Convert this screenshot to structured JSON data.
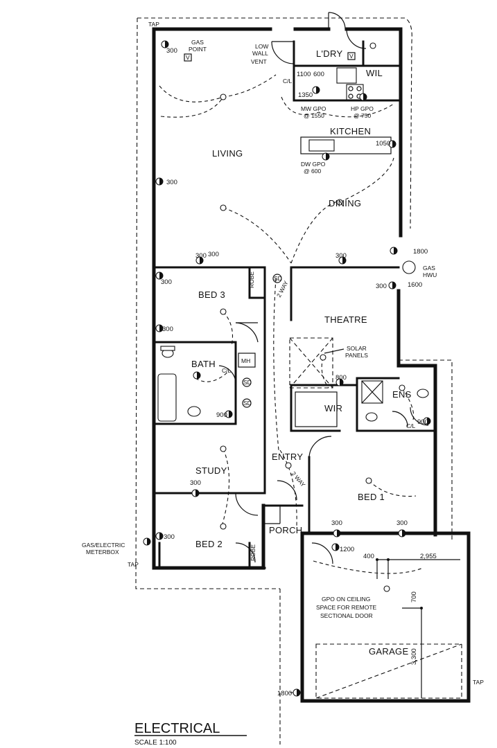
{
  "drawing": {
    "title": "ELECTRICAL",
    "scale": "SCALE 1:100"
  },
  "rooms": {
    "living": "LIVING",
    "laundry": "L'DRY",
    "wil": "WIL",
    "kitchen": "KITCHEN",
    "dining": "DINING",
    "bed3": "BED 3",
    "bath": "BATH",
    "theatre": "THEATRE",
    "ens": "ENS",
    "wir": "WIR",
    "study": "STUDY",
    "entry": "ENTRY",
    "bed1": "BED 1",
    "bed2": "BED 2",
    "porch": "PORCH",
    "garage": "GARAGE"
  },
  "labels": {
    "tap_top": "TAP",
    "tap_left": "TAP",
    "tap_right": "TAP",
    "gas_point_1": "GAS",
    "gas_point_2": "POINT",
    "low_wall_vent_1": "LOW",
    "low_wall_vent_2": "WALL",
    "low_wall_vent_3": "VENT",
    "mw_gpo_1": "MW GPO",
    "mw_gpo_2": "@ 1550",
    "hp_gpo_1": "HP GPO",
    "hp_gpo_2": "@ 750",
    "dw_gpo_1": "DW GPO",
    "dw_gpo_2": "@ 600",
    "gas_hwu_1": "GAS",
    "gas_hwu_2": "HWU",
    "solar_1": "SOLAR",
    "solar_2": "PANELS",
    "meter_1": "GAS/ELECTRIC",
    "meter_2": "METERBOX",
    "gpo_ceiling_1": "GPO ON CEILING",
    "gpo_ceiling_2": "SPACE FOR REMOTE",
    "gpo_ceiling_3": "SECTIONAL DOOR",
    "robe_1": "ROBE",
    "robe_2": "ROBE",
    "mh": "MH",
    "cl_1": "C/L",
    "cl_2": "C/L",
    "cl_3": "C/L",
    "two_way_1": "2 WAY",
    "two_way_2": "2 WAY",
    "sd_1": "SD",
    "sd_2": "SD",
    "sd_3": "SD",
    "v_1": "V",
    "v_2": "V"
  },
  "heights": {
    "h300_a": "300",
    "h1100": "1100",
    "h600": "600",
    "h1350": "1350",
    "h1050": "1050",
    "h300_b": "300",
    "h300_c": "300",
    "h300_d": "300",
    "h300_e": "300",
    "h300_f": "300",
    "h1800_a": "1800",
    "h1600": "1600",
    "h300_g": "300",
    "h300_h": "300",
    "h800": "800",
    "h900_a": "900",
    "h900_b": "900",
    "h300_i": "300",
    "h300_j": "300",
    "h300_k": "300",
    "h300_l": "300",
    "h1200": "1200",
    "h1800_b": "1800"
  },
  "dimensions": {
    "d400": "400",
    "d2955": "2,955",
    "d700": "700",
    "d3300": "3,300"
  }
}
